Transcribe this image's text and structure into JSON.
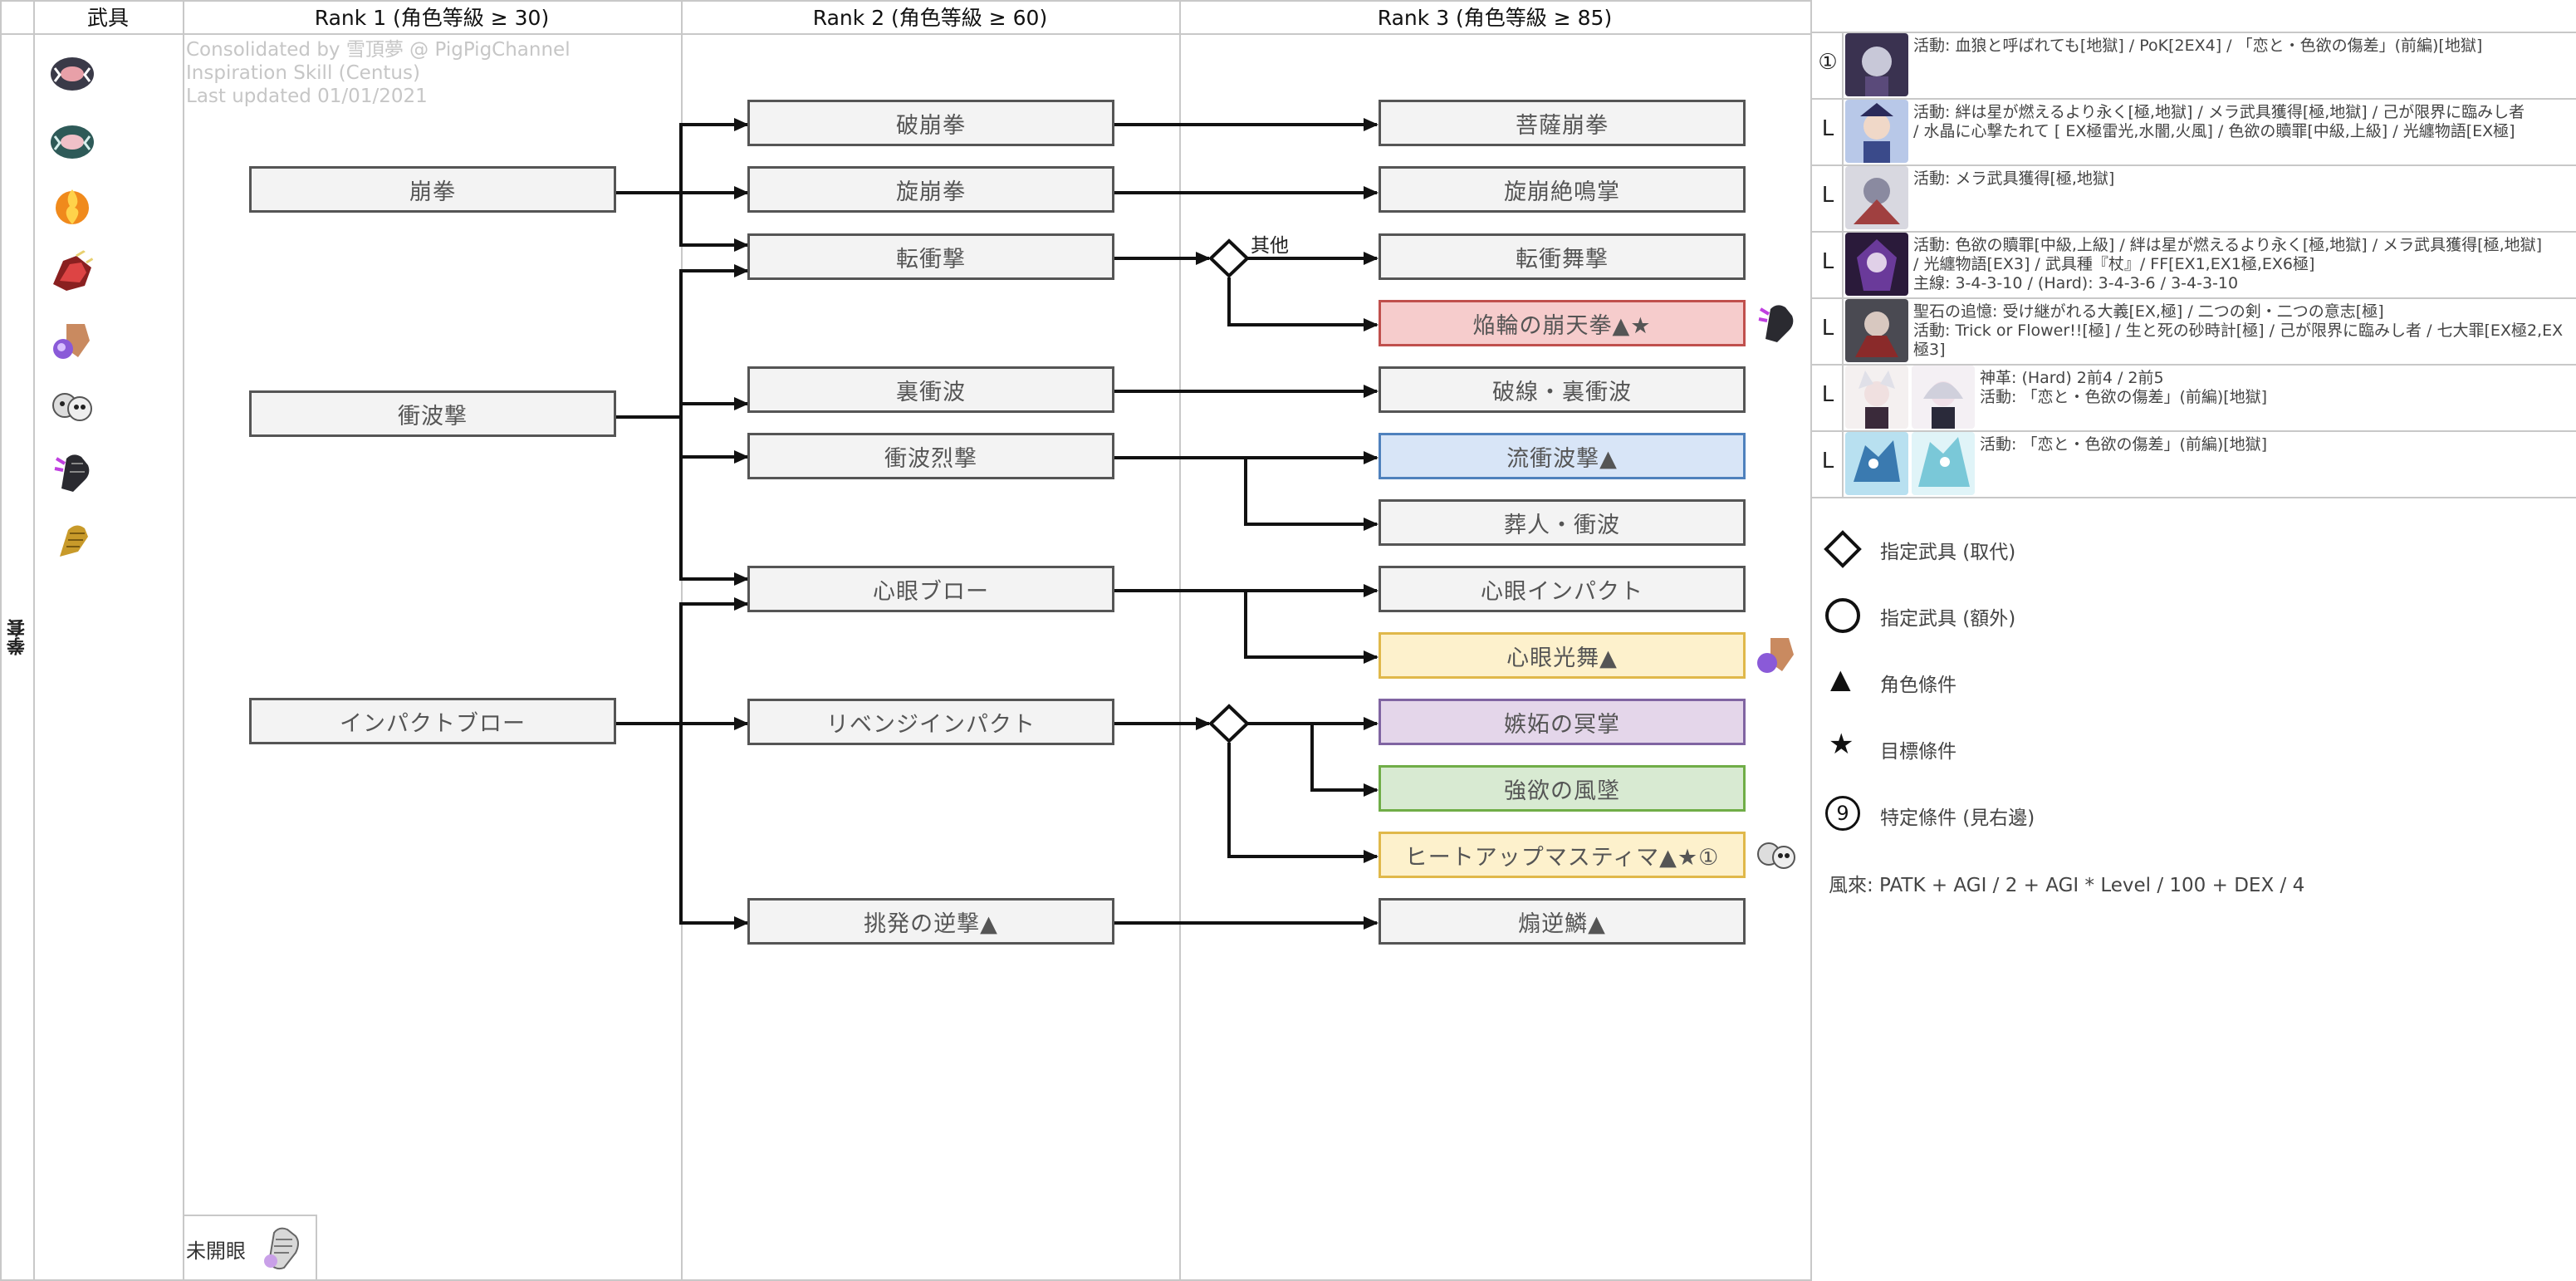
{
  "headers": {
    "weapon": "武具",
    "rank1": "Rank 1 (角色等級 ≥ 30)",
    "rank2": "Rank 2 (角色等級 ≥ 60)",
    "rank3": "Rank 3 (角色等級 ≥ 85)"
  },
  "side_label": "拳套",
  "credits": {
    "line1": "Consolidated by 雪頂夢 @ PigPigChannel",
    "line2": "Inspiration Skill (Centus)",
    "line3": "Last updated 01/01/2021"
  },
  "unopened_label": "未開眼",
  "branch_other_label": "其他",
  "rank1": [
    "崩拳",
    "衝波撃",
    "インパクトブロー"
  ],
  "rank2": [
    "破崩拳",
    "旋崩拳",
    "転衝撃",
    "裏衝波",
    "衝波烈撃",
    "心眼ブロー",
    "リベンジインパクト",
    "挑発の逆撃▲"
  ],
  "rank3": [
    "菩薩崩拳",
    "旋崩絶鳴掌",
    "転衝舞撃",
    "焔輪の崩天拳▲★",
    "破線・裏衝波",
    "流衝波撃▲",
    "葬人・衝波",
    "心眼インパクト",
    "心眼光舞▲",
    "嫉妬の冥掌",
    "強欲の風墜",
    "ヒートアップマスティマ▲★①",
    "煽逆鱗▲"
  ],
  "colors": {
    "red_fill": "#f6cccc",
    "red_border": "#c0504d",
    "blue_fill": "#d8e5f7",
    "blue_border": "#4f81bd",
    "yellow_fill": "#fdf1cc",
    "yellow_border": "#e0b84a",
    "purple_fill": "#e4d6ea",
    "purple_border": "#8064a2",
    "green_fill": "#d8ead2",
    "green_border": "#70ad47"
  },
  "weapon_icons": [
    "knuckle-fang-icon",
    "knuckle-teal-icon",
    "flame-orb-icon",
    "dragon-claw-icon",
    "purple-gem-icon",
    "skull-ring-icon",
    "dark-claw-icon",
    "gold-gauntlet-icon"
  ],
  "conditions": [
    {
      "mark": "①",
      "lines": [
        "活動: 血狼と呼ばれても[地獄] / PoK[2EX4] / 「恋と・色欲の傷差」(前編)[地獄]"
      ]
    },
    {
      "mark": "L",
      "lines": [
        "活動: 絆は星が燃えるより永く[極,地獄] / メラ武具獲得[極,地獄] / 己が限界に臨みし者",
        "/ 水晶に心撃たれて [ EX極雷光,水闇,火風] / 色欲の贖罪[中級,上級] / 光纏物語[EX極]"
      ]
    },
    {
      "mark": "L",
      "lines": [
        "活動: メラ武具獲得[極,地獄]"
      ]
    },
    {
      "mark": "L",
      "lines": [
        "活動: 色欲の贖罪[中級,上級] / 絆は星が燃えるより永く[極,地獄] / メラ武具獲得[極,地獄]",
        "/ 光纏物語[EX3] / 武具種『杖』/ FF[EX1,EX1極,EX6極]",
        "主線: 3-4-3-10 / (Hard): 3-4-3-6 / 3-4-3-10"
      ]
    },
    {
      "mark": "L",
      "lines": [
        "聖石の追憶: 受け継がれる大義[EX,極] / 二つの剣・二つの意志[極]",
        "活動: Trick or Flower!![極] / 生と死の砂時計[極] / 己が限界に臨みし者 / 七大罪[EX極2,EX",
        "極3]"
      ]
    },
    {
      "mark": "L",
      "lines": [
        "神革: (Hard) 2前4 / 2前5",
        "活動: 「恋と・色欲の傷差」(前編)[地獄]"
      ]
    },
    {
      "mark": "L",
      "lines": [
        "活動: 「恋と・色欲の傷差」(前編)[地獄]"
      ]
    }
  ],
  "legend": [
    {
      "icon": "diamond-icon",
      "label": "指定武具 (取代)"
    },
    {
      "icon": "circle-icon",
      "label": "指定武具 (額外)"
    },
    {
      "icon": "triangle-icon",
      "label": "角色條件"
    },
    {
      "icon": "star-icon",
      "label": "目標條件"
    },
    {
      "icon": "circled-nine-icon",
      "label": "特定條件 (見右邊)"
    }
  ],
  "formula": "風來: PATK + AGI / 2 + AGI * Level / 100 + DEX / 4",
  "legend_glyphs": {
    "triangle": "▲",
    "star": "★",
    "nine": "9"
  }
}
